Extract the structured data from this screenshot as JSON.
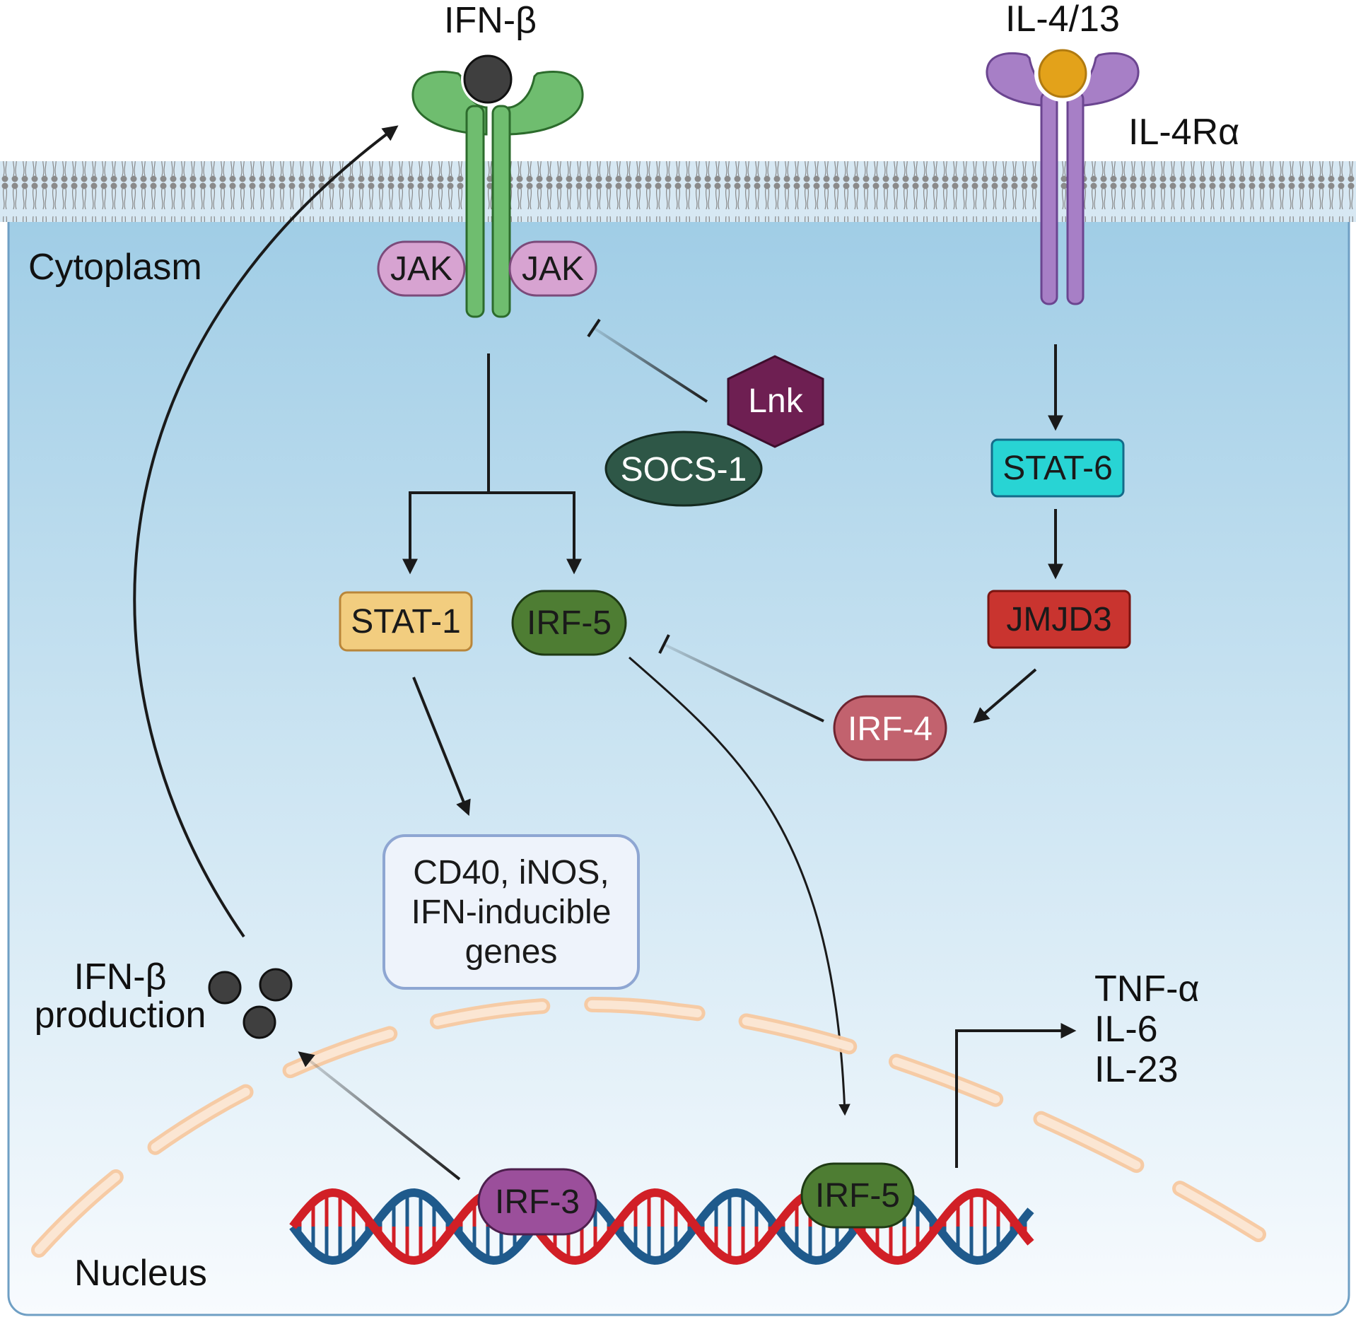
{
  "labels": {
    "ifnb_top": "IFN-β",
    "il413": "IL-4/13",
    "il4ra": "IL-4Rα",
    "cytoplasm": "Cytoplasm",
    "nucleus": "Nucleus",
    "ifnb_prod_line1": "IFN-β",
    "ifnb_prod_line2": "production"
  },
  "nodes": {
    "jak_left": "JAK",
    "jak_right": "JAK",
    "lnk": "Lnk",
    "socs1": "SOCS-1",
    "stat1": "STAT-1",
    "irf5_cyto": "IRF-5",
    "stat6": "STAT-6",
    "jmjd3": "JMJD3",
    "irf4": "IRF-4",
    "irf3": "IRF-3",
    "irf5_nuc": "IRF-5"
  },
  "genes_box": [
    "CD40, iNOS,",
    "IFN-inducible",
    "genes"
  ],
  "outputs": [
    "TNF-α",
    "IL-6",
    "IL-23"
  ],
  "colors": {
    "cell_top": "#9fcde6",
    "cell_bottom": "#f7fbfe",
    "ifn_receptor": "#6fbd6f",
    "il4_receptor": "#a77fc6",
    "jak": "#d7a3d1",
    "lnk": "#6e1f52",
    "socs1": "#2e5747",
    "stat1": "#f2cd7f",
    "irf5": "#4e7d33",
    "stat6": "#28d4d4",
    "jmjd3": "#c9342f",
    "irf4": "#c2626e",
    "irf3": "#9b4f9b",
    "nuclear_envelope": "#f7c8a0",
    "dna_blue": "#1f5a8c",
    "dna_red": "#d11f26"
  }
}
